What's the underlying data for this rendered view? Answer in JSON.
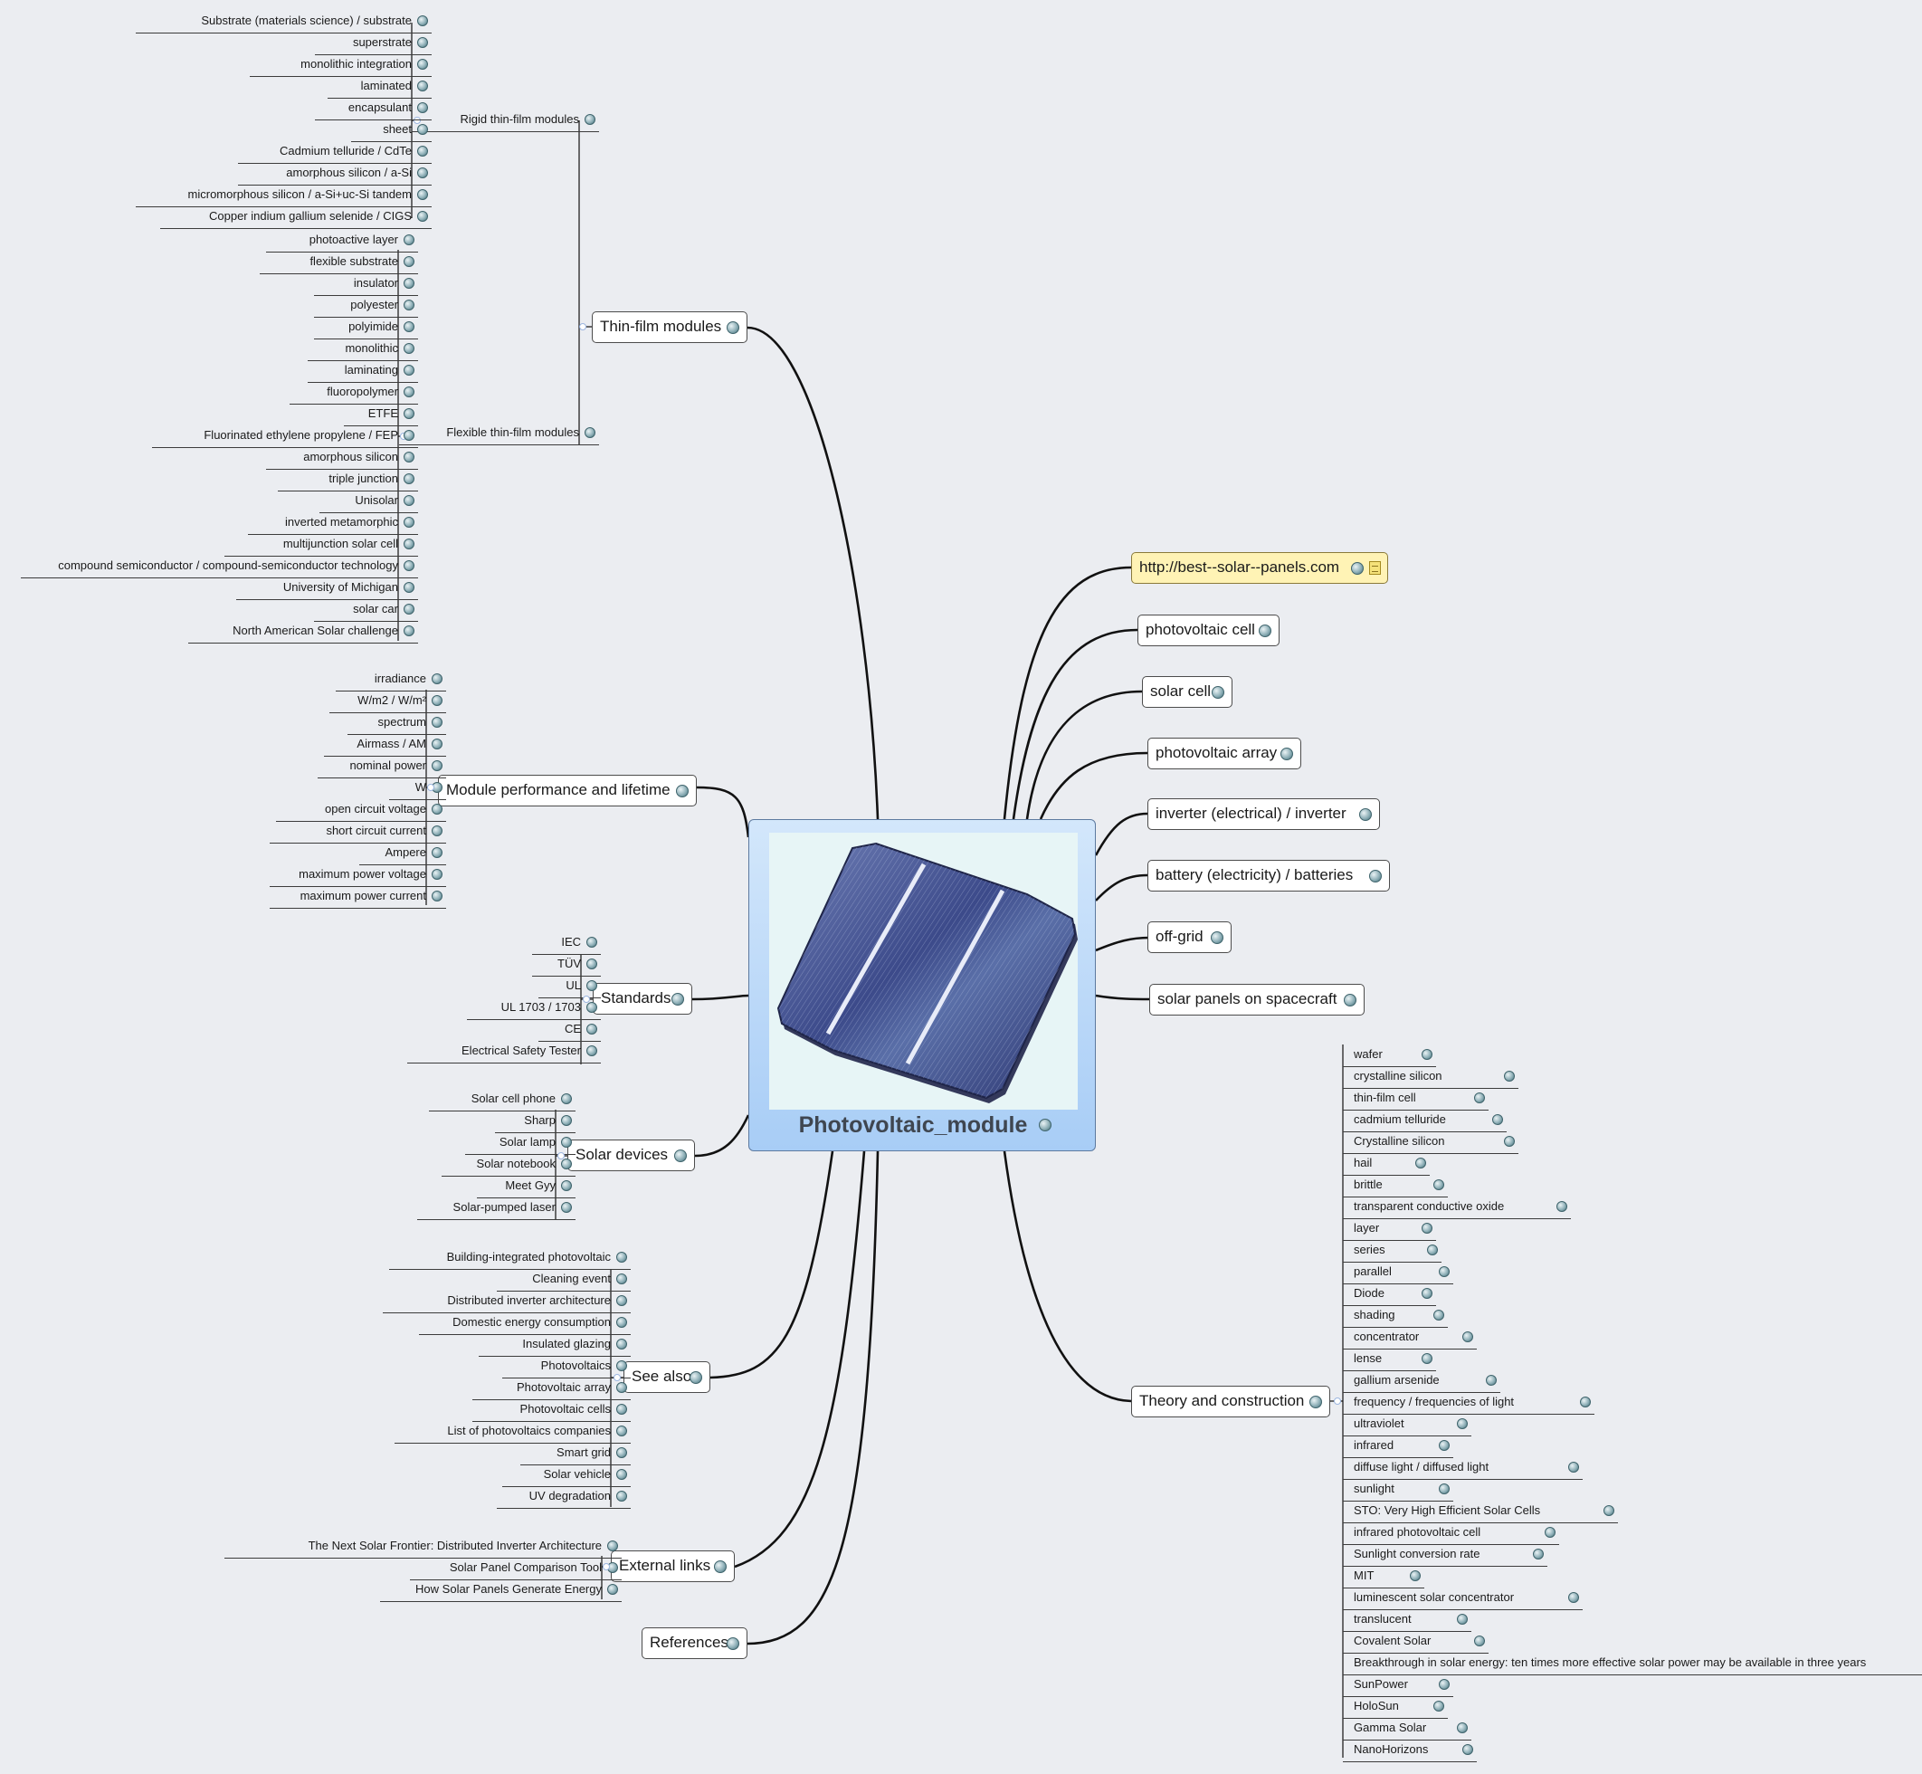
{
  "central": {
    "title": "Photovoltaic_module"
  },
  "thin_film": {
    "label": "Thin-film modules",
    "rigid": {
      "label": "Rigid thin-film modules",
      "items": [
        "Substrate (materials science) / substrate",
        "superstrate",
        "monolithic integration",
        "laminated",
        "encapsulant",
        "sheet",
        "Cadmium telluride / CdTe",
        "amorphous silicon / a-Si",
        "micromorphous silicon / a-Si+uc-Si tandem",
        "Copper indium gallium selenide / CIGS"
      ]
    },
    "flexible": {
      "label": "Flexible thin-film modules",
      "items": [
        "photoactive layer",
        "flexible substrate",
        "insulator",
        "polyester",
        "polyimide",
        "monolithic",
        "laminating",
        "fluoropolymer",
        "ETFE",
        "Fluorinated ethylene propylene / FEP",
        "amorphous silicon",
        "triple junction",
        "Unisolar",
        "inverted metamorphic",
        "multijunction solar cell",
        "compound semiconductor / compound-semiconductor technology",
        "University of Michigan",
        "solar car",
        "North American Solar challenge"
      ]
    }
  },
  "performance": {
    "label": "Module performance and lifetime",
    "items": [
      "irradiance",
      "W/m2 / W/m²",
      "spectrum",
      "Airmass / AM",
      "nominal power",
      "W",
      "open circuit voltage",
      "short circuit current",
      "Ampere",
      "maximum power voltage",
      "maximum power current"
    ]
  },
  "standards": {
    "label": "Standards",
    "items": [
      "IEC",
      "TÜV",
      "UL",
      "UL 1703 / 1703",
      "CE",
      "Electrical Safety Tester"
    ]
  },
  "devices": {
    "label": "Solar devices",
    "items": [
      "Solar cell phone",
      "Sharp",
      "Solar lamp",
      "Solar notebook",
      "Meet Gyy",
      "Solar-pumped laser"
    ]
  },
  "see_also": {
    "label": "See also",
    "items": [
      "Building-integrated photovoltaic",
      "Cleaning event",
      "Distributed inverter architecture",
      "Domestic energy consumption",
      "Insulated glazing",
      "Photovoltaics",
      "Photovoltaic array",
      "Photovoltaic cells",
      "List of photovoltaics companies",
      "Smart grid",
      "Solar vehicle",
      "UV degradation"
    ]
  },
  "external": {
    "label": "External links",
    "items": [
      "The Next Solar Frontier: Distributed Inverter Architecture",
      "Solar Panel Comparison Tool",
      "How Solar Panels Generate Energy"
    ]
  },
  "references": {
    "label": "References"
  },
  "right_topics": [
    "http://best--solar--panels.com",
    "photovoltaic cell",
    "solar cell",
    "photovoltaic array",
    "inverter (electrical) / inverter",
    "battery (electricity) / batteries",
    "off-grid",
    "solar panels on spacecraft"
  ],
  "theory": {
    "label": "Theory and construction",
    "items": [
      "wafer",
      "crystalline silicon",
      "thin-film cell",
      "cadmium telluride",
      "Crystalline silicon",
      "hail",
      "brittle",
      "transparent conductive oxide",
      "layer",
      "series",
      "parallel",
      "Diode",
      "shading",
      "concentrator",
      "lense",
      "gallium arsenide",
      "frequency / frequencies of light",
      "ultraviolet",
      "infrared",
      "diffuse light / diffused light",
      "sunlight",
      "STO: Very High Efficient Solar Cells",
      "infrared photovoltaic cell",
      "Sunlight conversion rate",
      "MIT",
      "luminescent solar concentrator",
      "translucent",
      "Covalent Solar",
      "Breakthrough in solar energy: ten times more effective solar power may be available in three years",
      "SunPower",
      "HoloSun",
      "Gamma Solar",
      "NanoHorizons"
    ]
  }
}
